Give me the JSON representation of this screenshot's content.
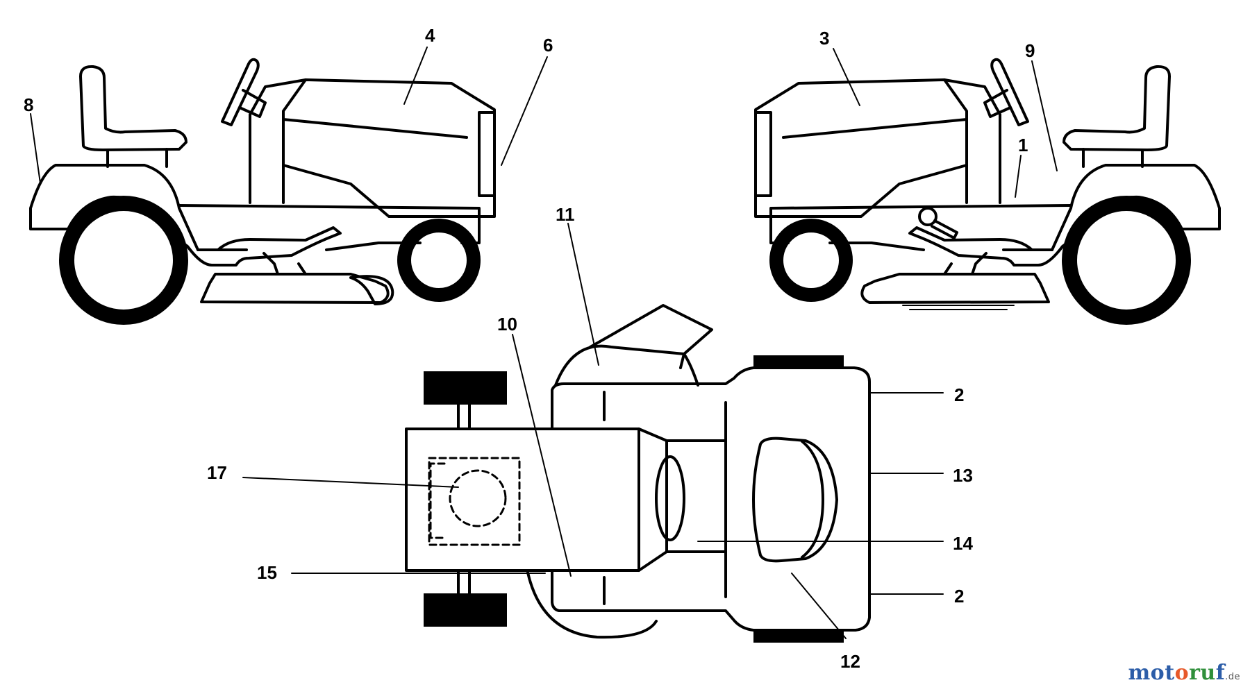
{
  "callouts": [
    {
      "id": "c8",
      "text": "8"
    },
    {
      "id": "c4",
      "text": "4"
    },
    {
      "id": "c6",
      "text": "6"
    },
    {
      "id": "c3",
      "text": "3"
    },
    {
      "id": "c9",
      "text": "9"
    },
    {
      "id": "c1",
      "text": "1"
    },
    {
      "id": "c11",
      "text": "11"
    },
    {
      "id": "c10",
      "text": "10"
    },
    {
      "id": "c17",
      "text": "17"
    },
    {
      "id": "c15",
      "text": "15"
    },
    {
      "id": "c2a",
      "text": "2"
    },
    {
      "id": "c13",
      "text": "13"
    },
    {
      "id": "c14",
      "text": "14"
    },
    {
      "id": "c2b",
      "text": "2"
    },
    {
      "id": "c12",
      "text": "12"
    }
  ],
  "watermark": {
    "p1": "mot",
    "p2": "o",
    "p3": "ru",
    "p4": "f",
    "suffix": ".de"
  }
}
